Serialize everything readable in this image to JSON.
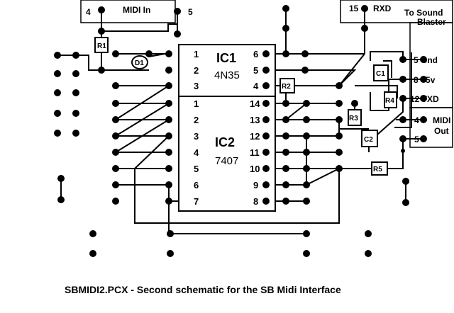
{
  "caption": "SBMIDI2.PCX - Second schematic for the SB Midi Interface",
  "midi_in": {
    "title": "MIDI In",
    "pin_left": "4",
    "pin_right": "5"
  },
  "rxd": {
    "pin": "15",
    "label": "RXD"
  },
  "sound_blaster": {
    "line1": "To Sound",
    "line2": "Blaster",
    "pins": [
      "5 Gnd",
      "8 +5v",
      "12 TXD"
    ]
  },
  "midi_out": {
    "line1": "MIDI",
    "line2": "Out",
    "pins": [
      "4",
      "5"
    ]
  },
  "ic1": {
    "name": "IC1",
    "part": "4N35",
    "left_pins": [
      "1",
      "2",
      "3"
    ],
    "right_pins": [
      "6",
      "5",
      "4"
    ]
  },
  "ic2": {
    "name": "IC2",
    "part": "7407",
    "left_pins": [
      "1",
      "2",
      "3",
      "4",
      "5",
      "6",
      "7"
    ],
    "right_pins": [
      "14",
      "13",
      "12",
      "11",
      "10",
      "9",
      "8"
    ]
  },
  "components": {
    "r1": "R1",
    "r2": "R2",
    "r3": "R3",
    "r4": "R4",
    "r5": "R5",
    "c1": "C1",
    "c2": "C2",
    "d1": "D1"
  }
}
